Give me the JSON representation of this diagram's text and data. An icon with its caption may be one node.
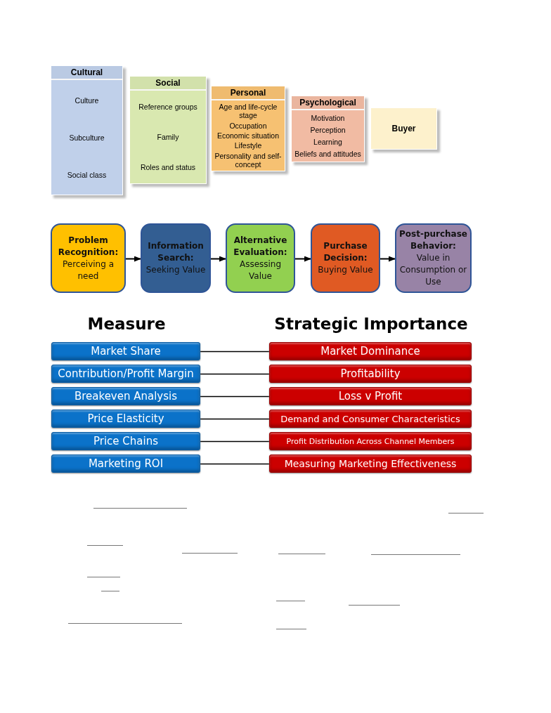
{
  "diagram": {
    "nodes": [
      {
        "text": [
          "Cultural",
          "Culture",
          "Subculture",
          "Social class"
        ]
      },
      {
        "text": [
          "Social",
          "Reference groups",
          "Family",
          "Roles and status"
        ]
      },
      {
        "text": [
          "Personal",
          "Age and life-cycle stage",
          "Occupation",
          "Economic situation",
          "Lifestyle",
          "Personality and self-concept"
        ]
      },
      {
        "text": [
          "Psychological",
          "Motivation",
          "Perception",
          "Learning",
          "Beliefs and attitudes"
        ]
      },
      {
        "text": [
          "Buyer"
        ]
      },
      {
        "text": [
          "Problem Recognition:",
          "Perceiving a need"
        ]
      },
      {
        "text": [
          "Information Search:",
          "Seeking Value"
        ]
      },
      {
        "text": [
          "Alternative Evaluation:",
          "Assessing Value"
        ]
      },
      {
        "text": [
          "Purchase Decision:",
          "Buying Value"
        ]
      },
      {
        "text": [
          "Post-purchase Behavior:",
          "Value in Consumption or Use"
        ]
      },
      {
        "text": [
          "Market Share"
        ]
      },
      {
        "text": [
          "Contribution/Profit Margin"
        ]
      },
      {
        "text": [
          "Breakeven Analysis"
        ]
      },
      {
        "text": [
          "Price Elasticity"
        ]
      },
      {
        "text": [
          "Price Chains"
        ]
      },
      {
        "text": [
          "Marketing ROI"
        ]
      },
      {
        "text": [
          "Market Dominance"
        ]
      },
      {
        "text": [
          "Profitability"
        ]
      },
      {
        "text": [
          "Loss v Profit"
        ]
      },
      {
        "text": [
          "Demand and Consumer Characteristics"
        ]
      },
      {
        "text": [
          "Profit Distribution Across Channel Members"
        ]
      },
      {
        "text": [
          "Measuring Marketing Effectiveness"
        ]
      }
    ],
    "edges": [
      {
        "from": 5,
        "to": 6,
        "arrow": "to"
      },
      {
        "from": 6,
        "to": 7,
        "arrow": "to"
      },
      {
        "from": 7,
        "to": 8,
        "arrow": "to"
      },
      {
        "from": 8,
        "to": 9,
        "arrow": "to"
      },
      {
        "from": 10,
        "to": 16,
        "arrow": "none"
      },
      {
        "from": 11,
        "to": 17,
        "arrow": "none"
      },
      {
        "from": 12,
        "to": 18,
        "arrow": "none"
      },
      {
        "from": 13,
        "to": 19,
        "arrow": "none"
      },
      {
        "from": 14,
        "to": 20,
        "arrow": "none"
      },
      {
        "from": 15,
        "to": 21,
        "arrow": "none"
      }
    ],
    "labels": [
      "Measure",
      "Strategic Importance"
    ]
  }
}
